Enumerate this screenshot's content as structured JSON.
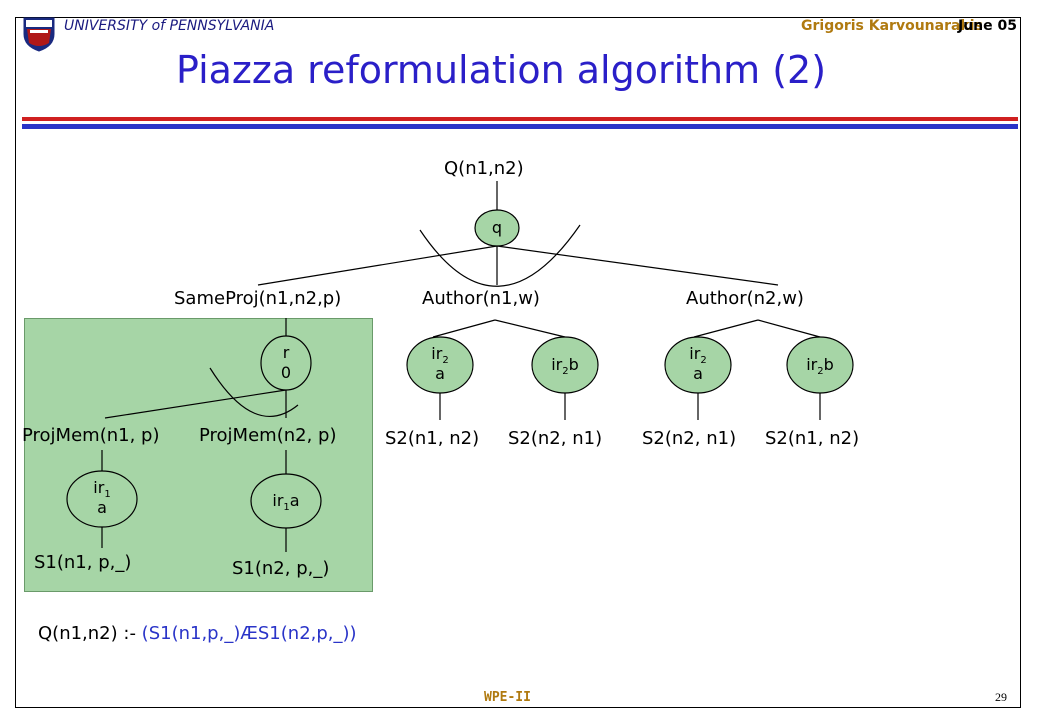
{
  "header": {
    "university": "UNIVERSITY of PENNSYLVANIA",
    "author": "Grigoris Karvounarakis",
    "date": "June 05"
  },
  "title": "Piazza reformulation algorithm (2)",
  "footer": {
    "center": "WPE-II",
    "page_number": "29"
  },
  "colors": {
    "title": "#2a1fc8",
    "rule_red": "#d02020",
    "rule_blue": "#2a34c8",
    "header_text": "#1a1a80",
    "author_gold": "#b07a10",
    "green_box": "#a6d5a6",
    "query_blue": "#2a34c8"
  },
  "diagram": {
    "root_label": "Q(n1,n2)",
    "q_node": "q",
    "subgoals": [
      "SameProj(n1,n2,p)",
      "Author(n1,w)",
      "Author(n2,w)"
    ],
    "r0": {
      "base": "r",
      "second_line": "0"
    },
    "projmem": [
      "ProjMem(n1, p)",
      "ProjMem(n2, p)"
    ],
    "ir1_left": {
      "base": "ir",
      "sub": "1",
      "second_line": "a"
    },
    "ir1_right": {
      "base": "ir",
      "sub": "1",
      "suffix": "a"
    },
    "s1_leaves": [
      "S1(n1, p,_)",
      "S1(n2, p,_)"
    ],
    "author1": {
      "ir2a": {
        "base": "ir",
        "sub": "2",
        "second_line": "a"
      },
      "ir2b": {
        "base": "ir",
        "sub": "2",
        "suffix": "b"
      },
      "leaves": [
        "S2(n1, n2)",
        "S2(n2, n1)"
      ]
    },
    "author2": {
      "ir2a": {
        "base": "ir",
        "sub": "2",
        "second_line": "a"
      },
      "ir2b": {
        "base": "ir",
        "sub": "2",
        "suffix": "b"
      },
      "leaves": [
        "S2(n2, n1)",
        "S2(n1, n2)"
      ]
    }
  },
  "query": {
    "head": "Q(n1,n2) :- ",
    "body": "(S1(n1,p,_)ÆS1(n2,p,_))"
  }
}
